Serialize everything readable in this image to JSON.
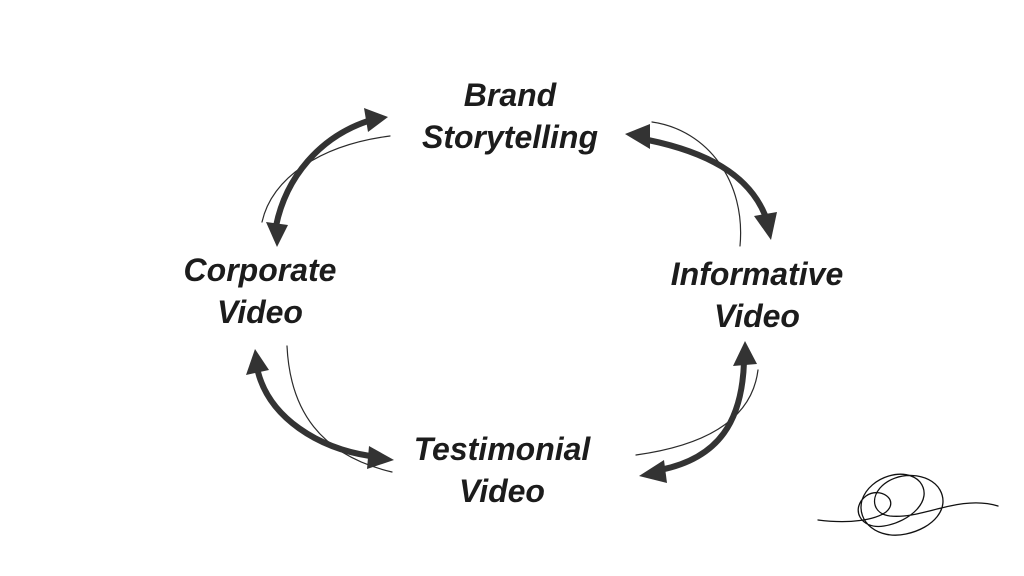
{
  "diagram": {
    "nodes": [
      {
        "id": "top",
        "lines": [
          "Brand",
          "Storytelling"
        ]
      },
      {
        "id": "right",
        "lines": [
          "Informative",
          "Video"
        ]
      },
      {
        "id": "bottom",
        "lines": [
          "Testimonial",
          "Video"
        ]
      },
      {
        "id": "left",
        "lines": [
          "Corporate",
          "Video"
        ]
      }
    ],
    "edges": [
      {
        "from": "top",
        "to": "left",
        "direction": "bidirectional"
      },
      {
        "from": "top",
        "to": "right",
        "direction": "bidirectional"
      },
      {
        "from": "right",
        "to": "bottom",
        "direction": "bidirectional"
      },
      {
        "from": "left",
        "to": "bottom",
        "direction": "bidirectional"
      }
    ],
    "colors": {
      "text": "#1c1c1c",
      "arrow": "#333333",
      "background": "#ffffff"
    },
    "decoration_icon": "scribble-signature-icon"
  }
}
